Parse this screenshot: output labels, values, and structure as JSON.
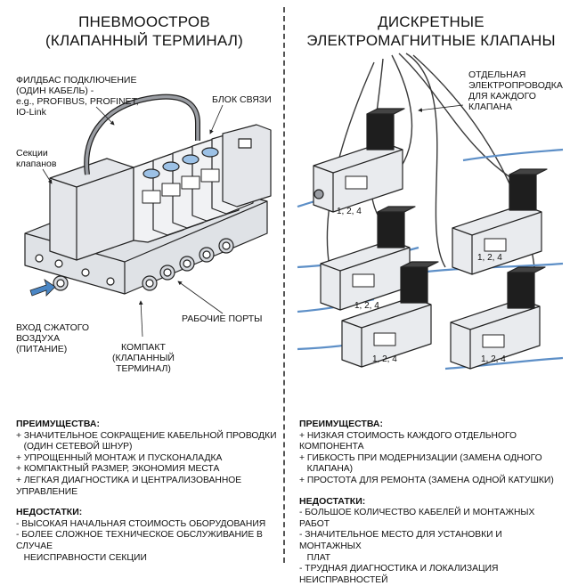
{
  "left_title": [
    "ПНЕВМООСТРОВ",
    "(КЛАПАННЫЙ ТЕРМИНАЛ)"
  ],
  "right_title": [
    "ДИСКРЕТНЫЕ",
    "ЭЛЕКТРОМАГНИТНЫЕ КЛАПАНЫ"
  ],
  "left_labels": {
    "fieldbus": [
      "ФИЛДБАС ПОДКЛЮЧЕНИЕ",
      "(ОДИН КАБЕЛЬ) -",
      "e.g., PROFIBUS, PROFINET,",
      "IO-Link"
    ],
    "comm_block": "БЛОК СВЯЗИ",
    "valve_sections": [
      "Секции",
      "клапанов"
    ],
    "work_ports": "РАБОЧИЕ ПОРТЫ",
    "air_inlet": [
      "ВХОД СЖАТОГО",
      "ВОЗДУХА",
      "(ПИТАНИЕ)"
    ],
    "compact": [
      "КОМПАКТ",
      "(КЛАПАННЫЙ",
      "ТЕРМИНАЛ)"
    ]
  },
  "right_labels": {
    "wiring": [
      "ОТДЕЛЬНАЯ",
      "ЭЛЕКТРОПРОВОДКА",
      "ДЛЯ КАЖДОГО",
      "КЛАПАНА"
    ],
    "port_mark": "1, 2, 4"
  },
  "left_panel": {
    "adv_title": "ПРЕИМУЩЕСТВА:",
    "adv": [
      "+ ЗНАЧИТЕЛЬНОЕ СОКРАЩЕНИЕ КАБЕЛЬНОЙ ПРОВОДКИ",
      "   (ОДИН СЕТЕВОЙ ШНУР)",
      "+ УПРОЩЕННЫЙ МОНТАЖ И ПУСКОНАЛАДКА",
      "+ КОМПАКТНЫЙ РАЗМЕР, ЭКОНОМИЯ МЕСТА",
      "+ ЛЕГКАЯ ДИАГНОСТИКА И ЦЕНТРАЛИЗОВАННОЕ УПРАВЛЕНИЕ"
    ],
    "dis_title": "НЕДОСТАТКИ:",
    "dis": [
      "- ВЫСОКАЯ НАЧАЛЬНАЯ СТОИМОСТЬ ОБОРУДОВАНИЯ",
      "- БОЛЕЕ СЛОЖНОЕ ТЕХНИЧЕСКОЕ ОБСЛУЖИВАНИЕ В СЛУЧАЕ",
      "   НЕИСПРАВНОСТИ СЕКЦИИ"
    ]
  },
  "right_panel": {
    "adv_title": "ПРЕИМУЩЕСТВА:",
    "adv": [
      "+ НИЗКАЯ СТОИМОСТЬ КАЖДОГО ОТДЕЛЬНОГО КОМПОНЕНТА",
      "+ ГИБКОСТЬ ПРИ МОДЕРНИЗАЦИИ (ЗАМЕНА ОДНОГО",
      "   КЛАПАНА)",
      "+ ПРОСТОТА ДЛЯ РЕМОНТА (ЗАМЕНА ОДНОЙ КАТУШКИ)"
    ],
    "dis_title": "НЕДОСТАТКИ:",
    "dis": [
      "- БОЛЬШОЕ КОЛИЧЕСТВО КАБЕЛЕЙ И МОНТАЖНЫХ РАБОТ",
      "- ЗНАЧИТЕЛЬНОЕ МЕСТО ДЛЯ УСТАНОВКИ И МОНТАЖНЫХ",
      "   ПЛАТ",
      "- ТРУДНАЯ ДИАГНОСТИКА И ЛОКАЛИЗАЦИЯ НЕИСПРАВНОСТЕЙ"
    ]
  },
  "colors": {
    "tube": "#5d8fc7",
    "arrow": "#4a86c5",
    "body": "#e9ebee",
    "line": "#222222"
  }
}
